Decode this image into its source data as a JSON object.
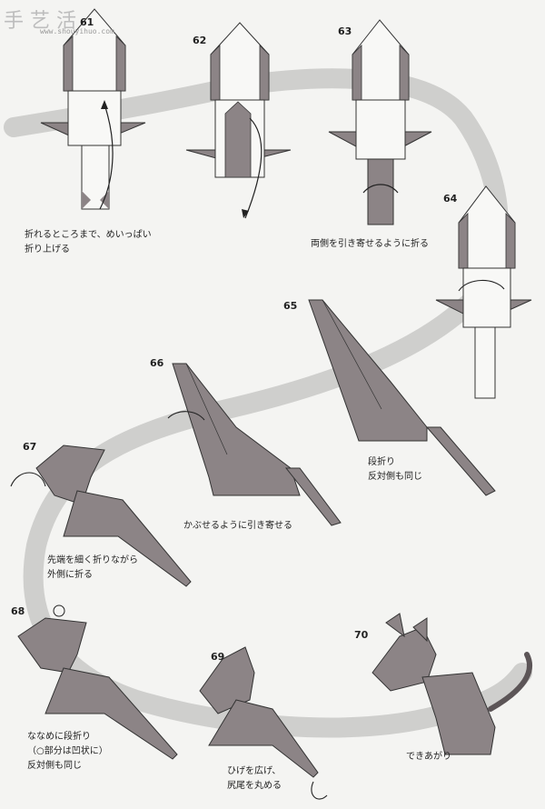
{
  "watermark": {
    "site": "www.shouyihuo.com"
  },
  "steps": [
    {
      "num": "61",
      "text_lines": [
        "折れるところまで、めいっぱい",
        "折り上げる"
      ]
    },
    {
      "num": "62"
    },
    {
      "num": "63",
      "text_lines": [
        "両側を引き寄せるように折る"
      ]
    },
    {
      "num": "64"
    },
    {
      "num": "65",
      "text_lines": [
        "段折り",
        "反対側も同じ"
      ]
    },
    {
      "num": "66",
      "text_lines": [
        "かぶせるように引き寄せる"
      ]
    },
    {
      "num": "67",
      "text_lines": [
        "先端を細く折りながら",
        "外側に折る"
      ]
    },
    {
      "num": "68",
      "text_lines": [
        "ななめに段折り",
        "（○部分は凹状に）",
        "反対側も同じ"
      ]
    },
    {
      "num": "69",
      "text_lines": [
        "ひげを広げ、",
        "尻尾を丸める"
      ]
    },
    {
      "num": "70",
      "text_lines": [
        "できあがり"
      ]
    }
  ],
  "colors": {
    "paper": "#f4f4f2",
    "band": "#cfcfcd",
    "fill": "#8c8486",
    "line": "#333333"
  }
}
